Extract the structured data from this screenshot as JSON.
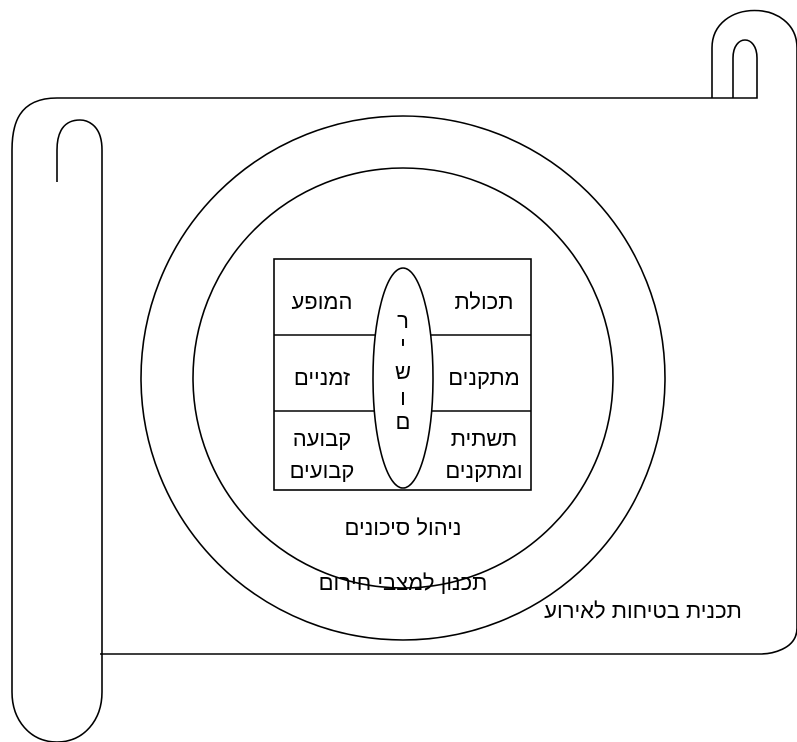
{
  "colors": {
    "stroke": "#000000",
    "background": "#ffffff"
  },
  "scroll_label": "תכנית בטיחות לאירוע",
  "outer_ring_label": "תכנון למצבי חירום",
  "inner_ring_label": "ניהול סיכונים",
  "center_oval_letters": [
    "ר",
    "י",
    "ש",
    "ו",
    "ם"
  ],
  "grid": {
    "right_column": [
      [
        "תכולת"
      ],
      [
        "מתקנים"
      ],
      [
        "תשתית",
        "ומתקנים"
      ]
    ],
    "left_column": [
      [
        "המופע"
      ],
      [
        "זמניים"
      ],
      [
        "קבועה",
        "קבועים"
      ]
    ]
  }
}
